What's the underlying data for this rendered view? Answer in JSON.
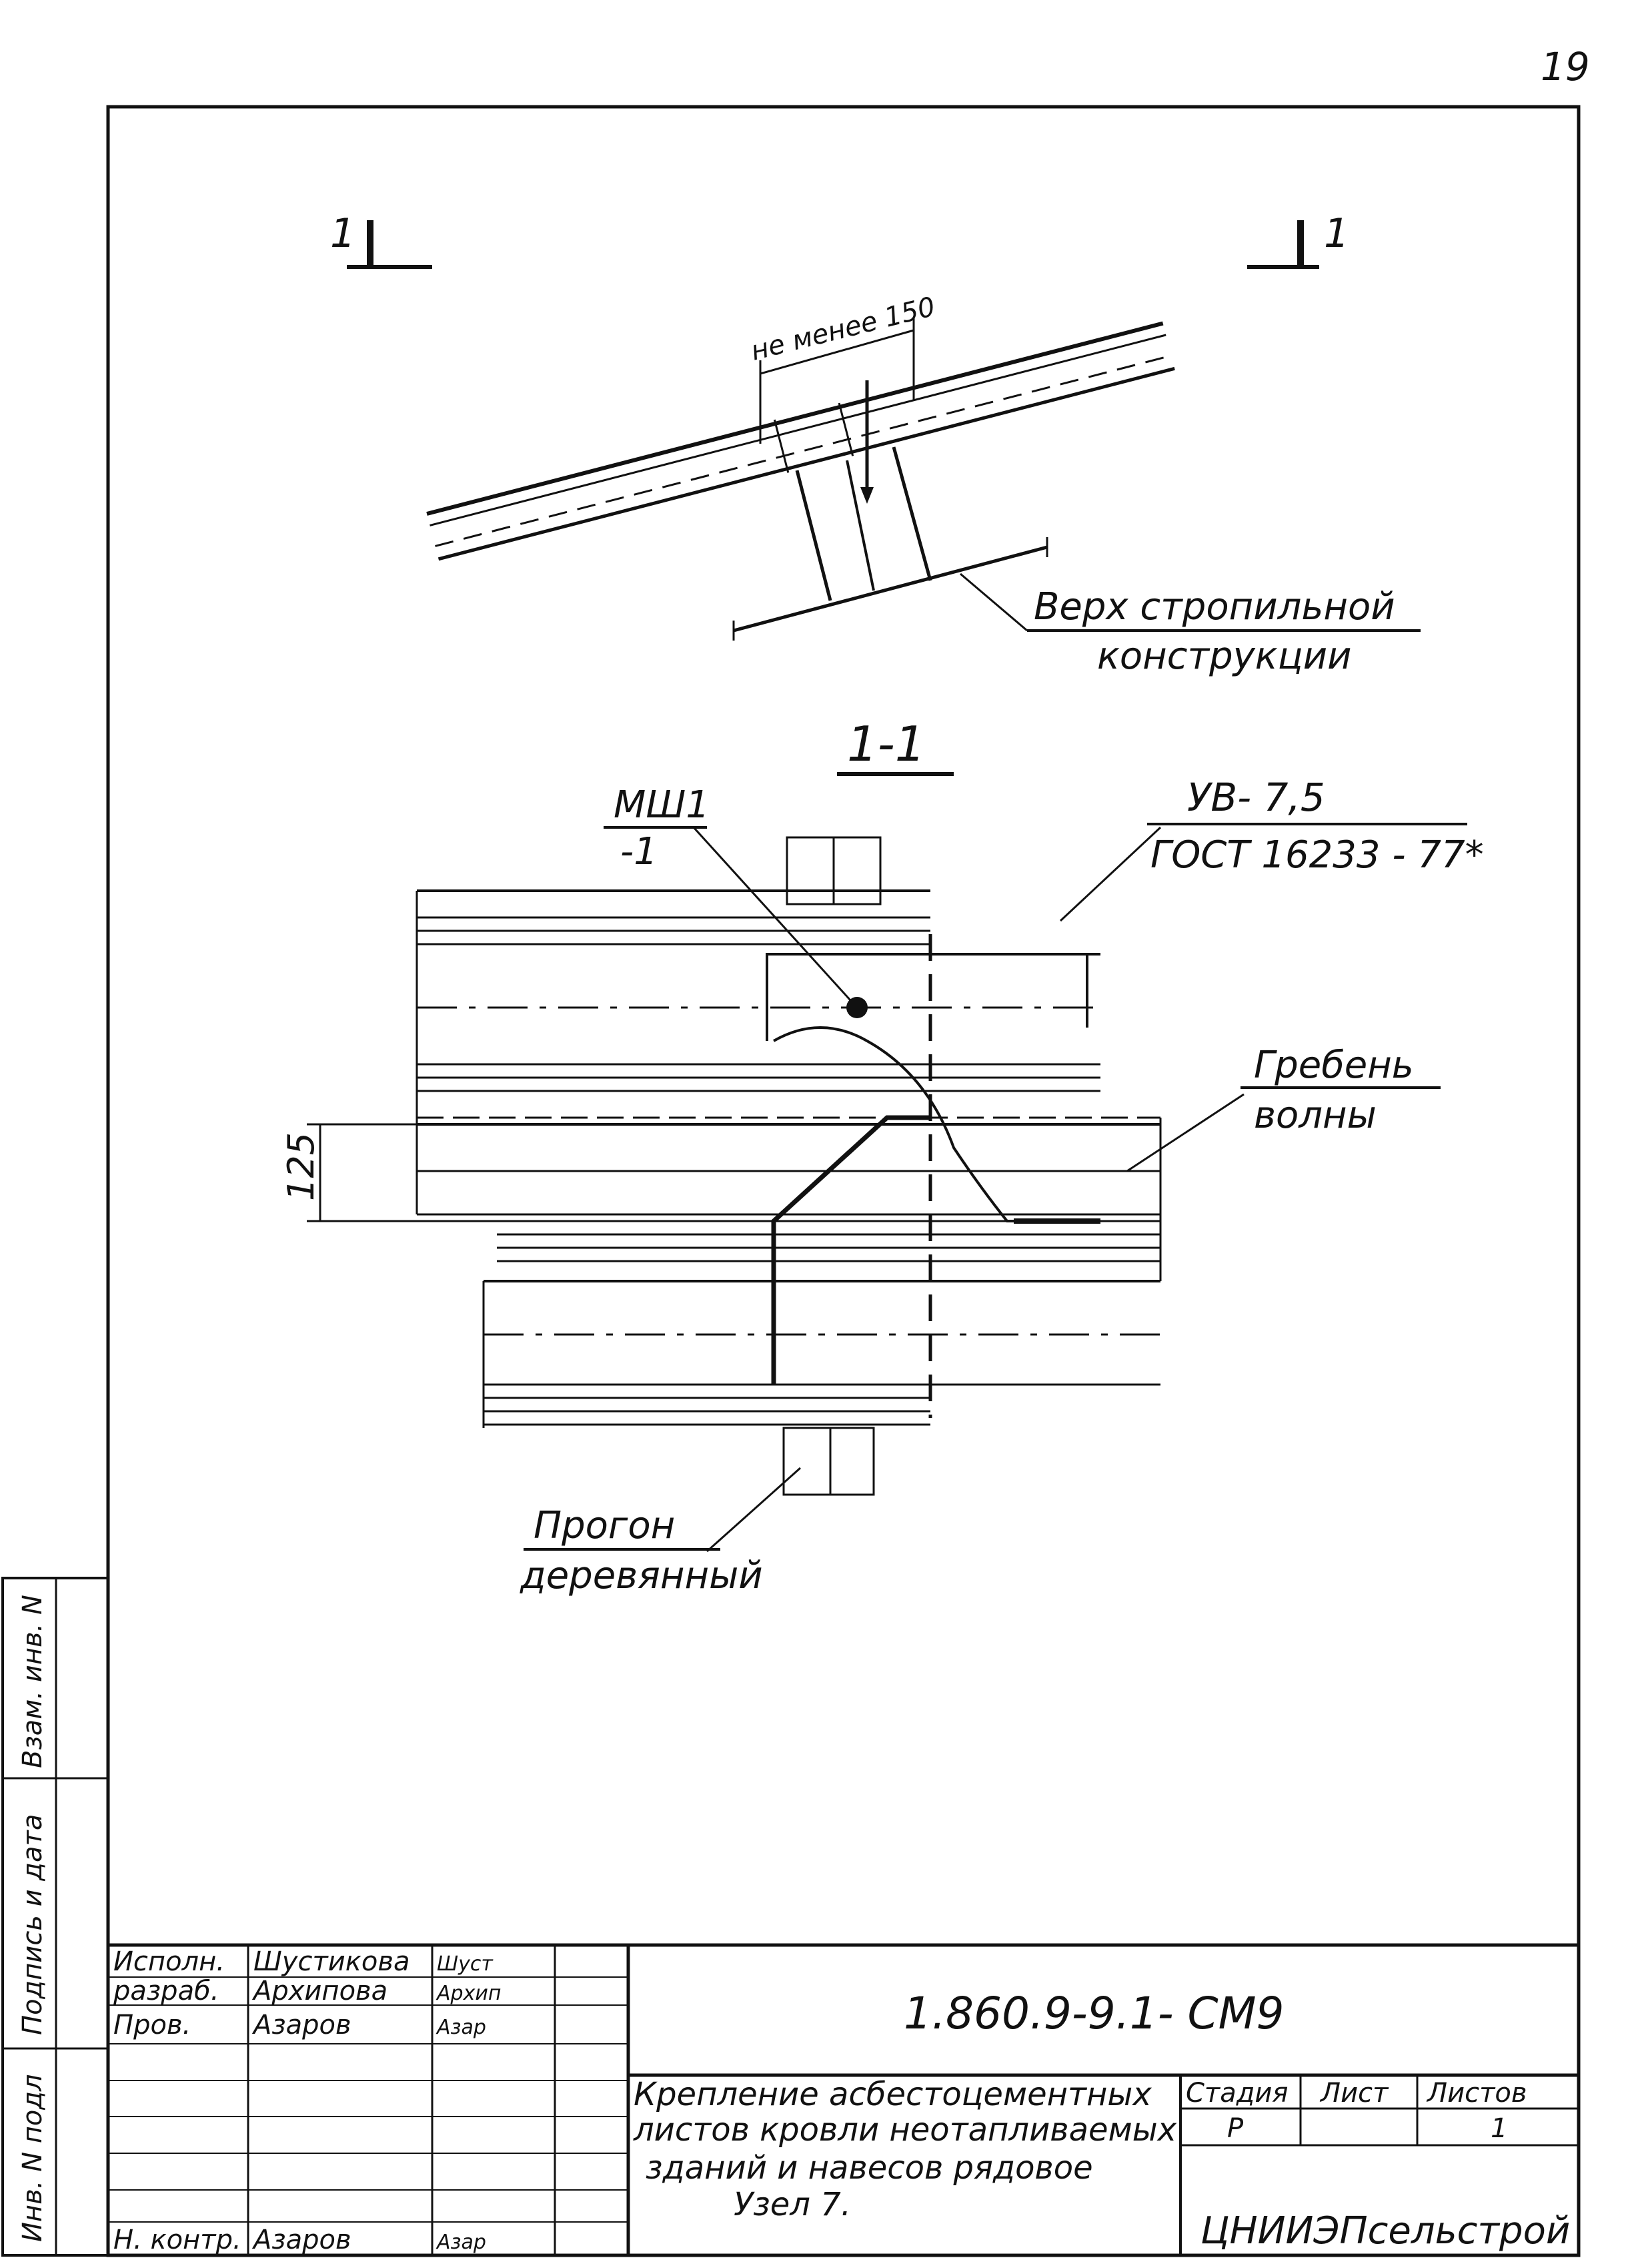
{
  "page_number": "19",
  "cut_marker": {
    "left": "1",
    "right": "1"
  },
  "top_view": {
    "dimension_label": "не менее 150",
    "rafter_label_line1": "Верх стропильной",
    "rafter_label_line2": "конструкции"
  },
  "section": {
    "title": "1-1",
    "washer_label": "УВ- 7,5",
    "washer_standard": "ГОСТ 16233 - 77*",
    "screw_label_top": "МШ1",
    "screw_label_bottom": "-1",
    "crest_line1": "Гребень",
    "crest_line2": "волны",
    "dimension_125": "125",
    "purlin_line1": "Прогон",
    "purlin_line2": "деревянный"
  },
  "side_stamp": [
    "Инв. N подл",
    "Подпись и дата",
    "Взам. инв. N"
  ],
  "title_block": {
    "roles": [
      {
        "role": "Исполн.",
        "name": "Шустикова",
        "sign": "Шуст"
      },
      {
        "role": "разраб.",
        "name": "Архипова",
        "sign": "Архип"
      },
      {
        "role": "Пров.",
        "name": "Азаров",
        "sign": "Азар"
      },
      {
        "role": "Н. контр.",
        "name": "Азаров",
        "sign": "Азар"
      }
    ],
    "document_code": "1.860.9-9.1- СМ9",
    "title_line1": "Крепление асбестоцементных",
    "title_line2": "листов кровли неотапливаемых",
    "title_line3": "зданий и навесов рядовое",
    "title_line4": "Узел 7.",
    "stage_header": "Стадия",
    "sheet_header": "Лист",
    "sheets_header": "Листов",
    "stage_value": "Р",
    "sheet_value": "",
    "sheets_value": "1",
    "organization": "ЦНИИЭПсельстрой"
  }
}
